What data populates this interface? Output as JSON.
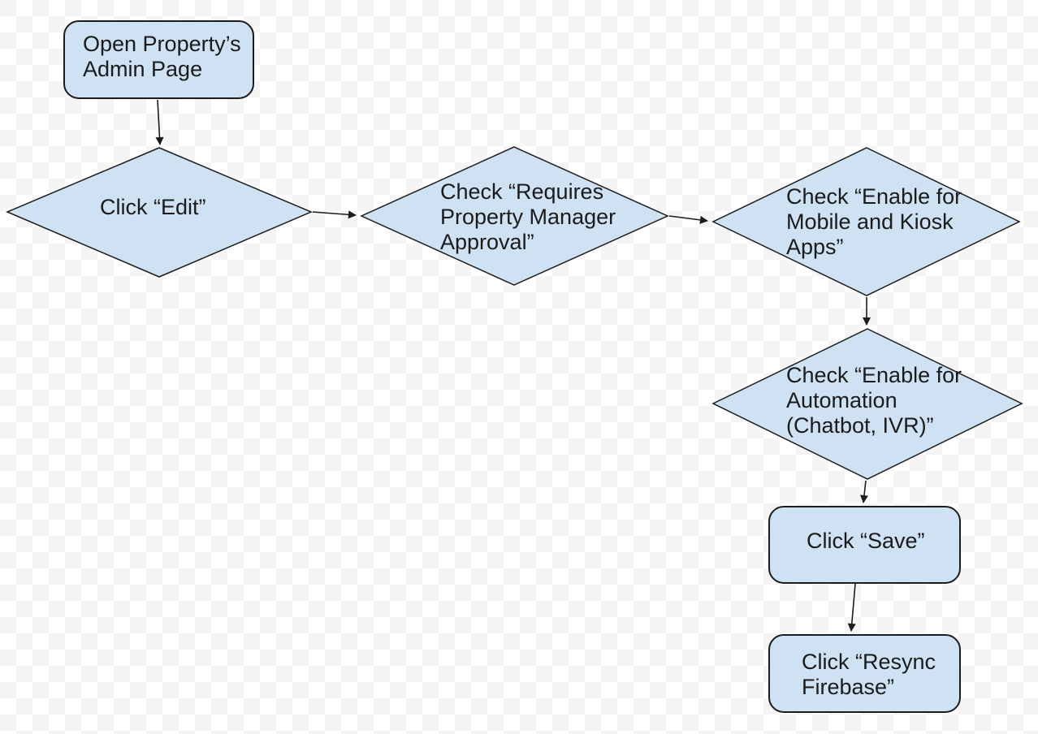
{
  "colors": {
    "node_fill": "#cfe2f3",
    "node_stroke": "#1c1c1c",
    "edge_color": "#1c1c1c",
    "text_color": "#1b1b1b",
    "checker_white": "#ffffff",
    "checker_gray": "#f5f5f5"
  },
  "nodes": [
    {
      "id": "open-admin-page",
      "shape": "rounded-rectangle",
      "label": "Open Property’s\nAdmin Page"
    },
    {
      "id": "click-edit",
      "shape": "diamond",
      "label": "Click “Edit”"
    },
    {
      "id": "check-requires-pm-approval",
      "shape": "diamond",
      "label": "Check “Requires\nProperty Manager\nApproval”"
    },
    {
      "id": "check-enable-mobile-kiosk",
      "shape": "diamond",
      "label": "Check “Enable for\nMobile and Kiosk\nApps”"
    },
    {
      "id": "check-enable-automation",
      "shape": "diamond",
      "label": "Check “Enable for\nAutomation\n(Chatbot, IVR)”"
    },
    {
      "id": "click-save",
      "shape": "rounded-rectangle",
      "label": "Click “Save”"
    },
    {
      "id": "click-resync-firebase",
      "shape": "rounded-rectangle",
      "label": "Click “Resync\nFirebase”"
    }
  ],
  "edges": [
    {
      "from": "open-admin-page",
      "to": "click-edit"
    },
    {
      "from": "click-edit",
      "to": "check-requires-pm-approval"
    },
    {
      "from": "check-requires-pm-approval",
      "to": "check-enable-mobile-kiosk"
    },
    {
      "from": "check-enable-mobile-kiosk",
      "to": "check-enable-automation"
    },
    {
      "from": "check-enable-automation",
      "to": "click-save"
    },
    {
      "from": "click-save",
      "to": "click-resync-firebase"
    }
  ]
}
